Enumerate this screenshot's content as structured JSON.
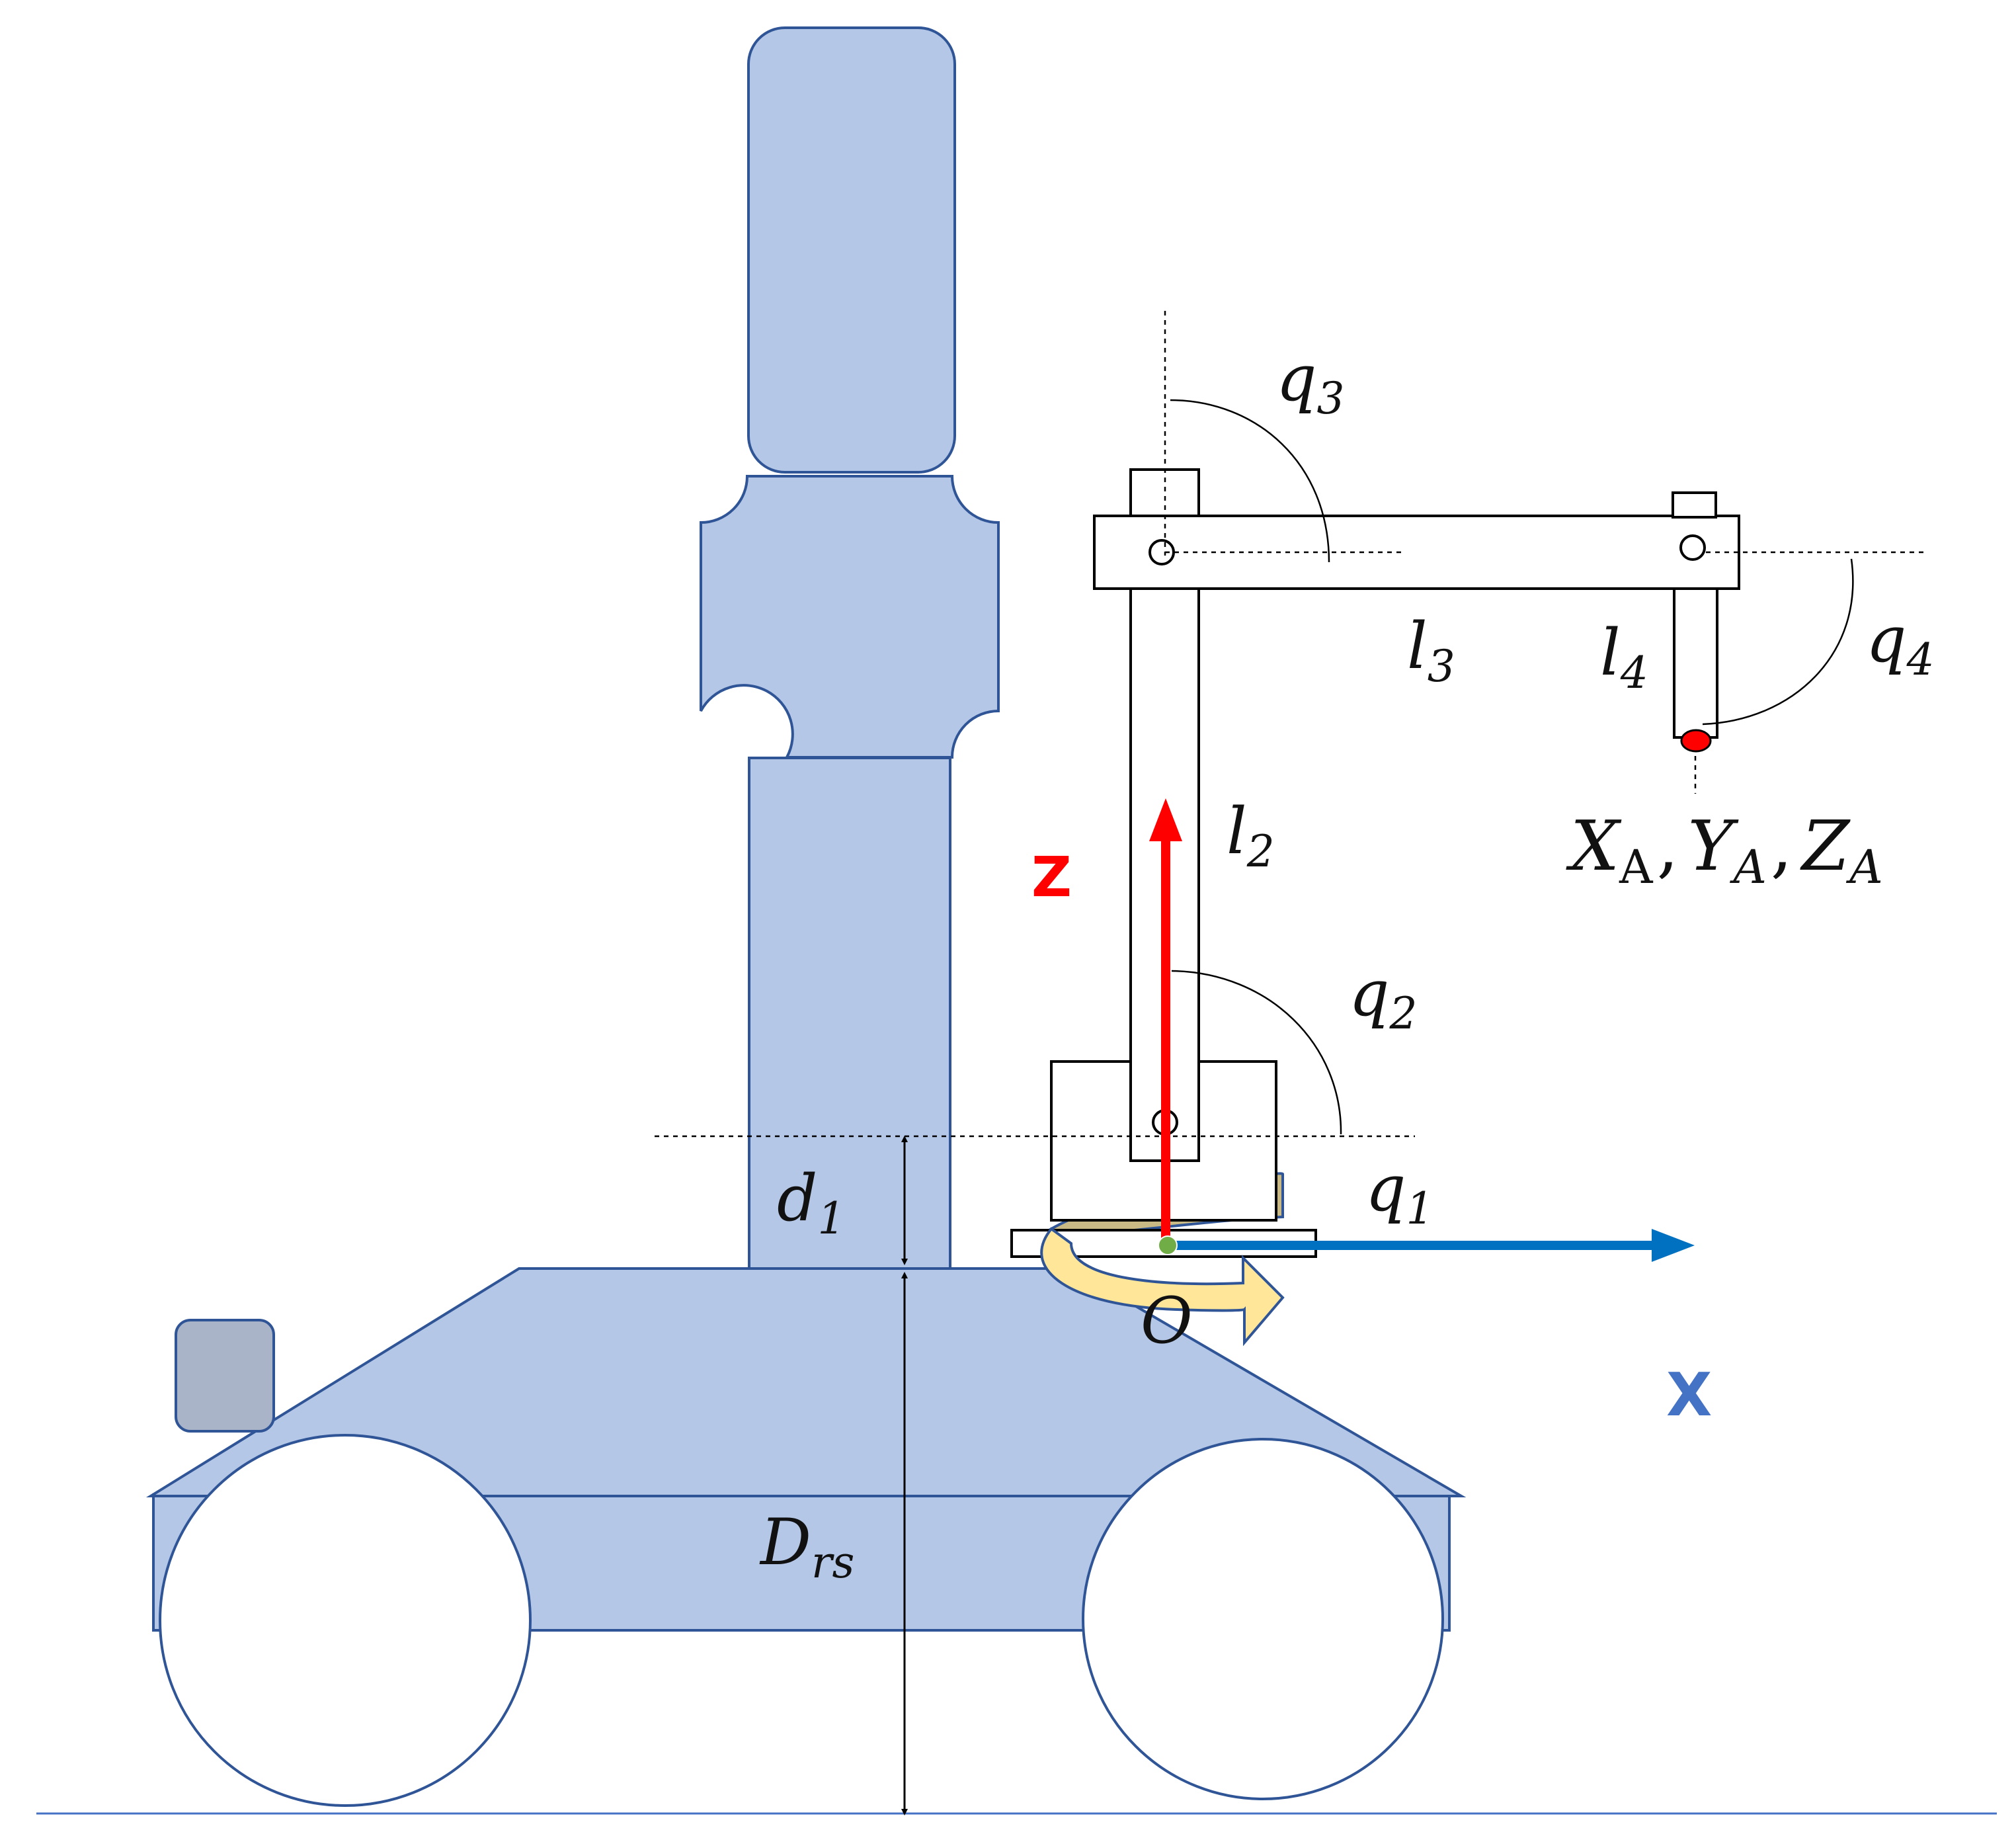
{
  "labels": {
    "q1": {
      "base": "q",
      "sub": "1"
    },
    "q2": {
      "base": "q",
      "sub": "2"
    },
    "q3": {
      "base": "q",
      "sub": "3"
    },
    "q4": {
      "base": "q",
      "sub": "4"
    },
    "l2": {
      "base": "l",
      "sub": "2"
    },
    "l3": {
      "base": "l",
      "sub": "3"
    },
    "l4": {
      "base": "l",
      "sub": "4"
    },
    "d1": {
      "base": "d",
      "sub": "1"
    },
    "drs": {
      "base": "D",
      "sub": "rs"
    },
    "origin": "O",
    "z_axis": "Z",
    "x_axis": "X",
    "end_effector": {
      "x": "X",
      "x_sub": "A",
      "comma1": ",",
      "y": "Y",
      "y_sub": "A",
      "comma2": ",",
      "z": "Z",
      "z_sub": "A"
    }
  },
  "colors": {
    "body_fill": "#b4c7e7",
    "body_stroke": "#2f5597",
    "sensor_fill": "#a9b4c8",
    "z_axis": "#ff0000",
    "x_axis": "#0070c0",
    "x_label": "#4472c4",
    "rotation_arrow_front": "#ffe699",
    "rotation_arrow_back": "#c9b985",
    "rotation_arrow_stroke": "#2f5597",
    "origin_point": "#70ad47",
    "end_effector_point": "#ff0000",
    "ground_line": "#4472c4"
  }
}
